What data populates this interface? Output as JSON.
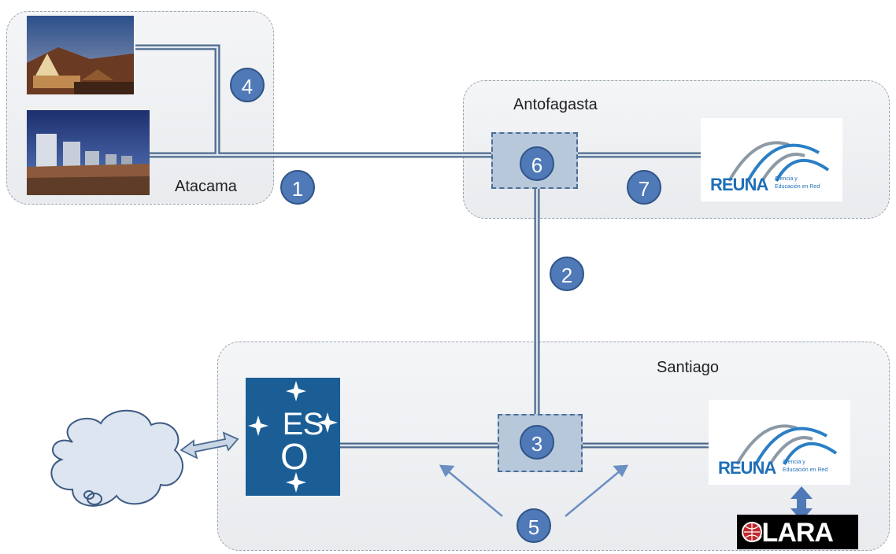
{
  "regions": {
    "atacama": "Atacama",
    "antofagasta": "Antofagasta",
    "santiago": "Santiago"
  },
  "steps": [
    "1",
    "2",
    "3",
    "4",
    "5",
    "6",
    "7"
  ],
  "logos": {
    "reuna_wordmark": "REUNA",
    "reuna_tagline_1": "Ciencia y",
    "reuna_tagline_2": "Educación en Red",
    "eso": "ESO",
    "clara": "CLARA"
  },
  "colors": {
    "line": "#4d6a8e",
    "step_fill": "#4f79b7",
    "node_fill": "#b8c8db",
    "eso_blue": "#1b5e96"
  }
}
